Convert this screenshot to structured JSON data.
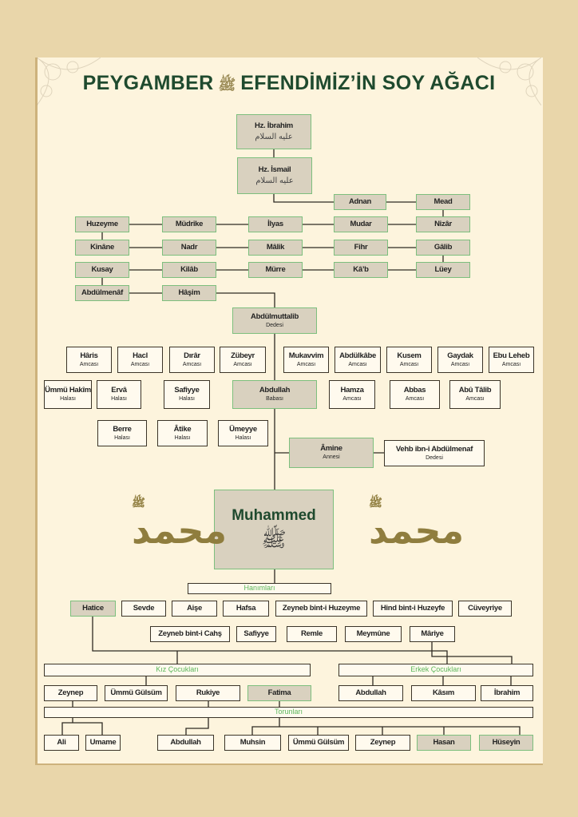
{
  "title": {
    "left": "PEYGAMBER",
    "honorific": "ﷺ",
    "right": "EFENDİMİZ’İN SOY AĞACI"
  },
  "alayhisselam": "عليه السلام",
  "prophets": [
    {
      "name": "Hz. İbrahim"
    },
    {
      "name": "Hz. İsmail"
    }
  ],
  "lineage": {
    "row0": [
      "Adnan",
      "Mead"
    ],
    "row1": [
      "Huzeyme",
      "Müdrike",
      "İlyas",
      "Mudar",
      "Nizâr"
    ],
    "row2": [
      "Kinâne",
      "Nadr",
      "Mâlik",
      "Fihr",
      "Gâlib"
    ],
    "row3": [
      "Kusay",
      "Kilâb",
      "Mürre",
      "Kâ’b",
      "Lüey"
    ],
    "row4": [
      "Abdülmenâf",
      "Hâşim"
    ]
  },
  "grandfather": {
    "name": "Abdülmuttalib",
    "role": "Dedesi"
  },
  "uncles_row": [
    {
      "name": "Hâris",
      "role": "Amcası"
    },
    {
      "name": "Hacl",
      "role": "Amcası"
    },
    {
      "name": "Dırâr",
      "role": "Amcası"
    },
    {
      "name": "Zübeyr",
      "role": "Amcası"
    },
    {
      "name": "Mukavvim",
      "role": "Amcası"
    },
    {
      "name": "Abdülkâbe",
      "role": "Amcası"
    },
    {
      "name": "Kusem",
      "role": "Amcası"
    },
    {
      "name": "Gaydak",
      "role": "Amcası"
    },
    {
      "name": "Ebu Leheb",
      "role": "Amcası"
    }
  ],
  "aunts_row1": [
    {
      "name": "Ümmü Hakîm",
      "role": "Halası"
    },
    {
      "name": "Ervâ",
      "role": "Halası"
    },
    {
      "name": "Safiyye",
      "role": "Halası"
    }
  ],
  "father": {
    "name": "Abdullah",
    "role": "Babası"
  },
  "uncles_row2": [
    {
      "name": "Hamza",
      "role": "Amcası"
    },
    {
      "name": "Abbas",
      "role": "Amcası"
    },
    {
      "name": "Abû Tâlib",
      "role": "Amcası"
    }
  ],
  "aunts_row2": [
    {
      "name": "Berre",
      "role": "Halası"
    },
    {
      "name": "Âtike",
      "role": "Halası"
    },
    {
      "name": "Ümeyye",
      "role": "Halası"
    }
  ],
  "mother": {
    "name": "Âmine",
    "role": "Annesi"
  },
  "maternal_grandfather": {
    "name": "Vehb ibn-i Abdülmenaf",
    "role": "Dedesi"
  },
  "prophet": {
    "name": "Muhammed",
    "honorific": "ﷺ",
    "calligraphy": "محمد"
  },
  "wives_label": "Hanımları",
  "wives_row1": [
    "Hatice",
    "Sevde",
    "Aişe",
    "Hafsa",
    "Zeyneb bint-i Huzeyme",
    "Hind bint-i Huzeyfe",
    "Cüveyriye"
  ],
  "wives_row2": [
    "Zeyneb bint-i Cahş",
    "Safiyye",
    "Remle",
    "Meymûne",
    "Mâriye"
  ],
  "daughters_label": "Kız Çocukları",
  "sons_label": "Erkek Çocukları",
  "daughters": [
    "Zeynep",
    "Ümmü Gülsüm",
    "Rukiye",
    "Fatima"
  ],
  "sons": [
    "Abdullah",
    "Kâsım",
    "İbrahim"
  ],
  "grandchildren_label": "Torunları",
  "grandchildren": [
    "Ali",
    "Umame",
    "Abdullah",
    "Muhsin",
    "Ümmü Gülsüm",
    "Zeynep",
    "Hasan",
    "Hüseyin"
  ],
  "colors": {
    "title": "#1f4a2e",
    "highlight_border": "#7dbf7d",
    "highlight_fill": "#d9d1bf",
    "label": "#5cb85c",
    "calligraphy": "#8f7d3e"
  }
}
